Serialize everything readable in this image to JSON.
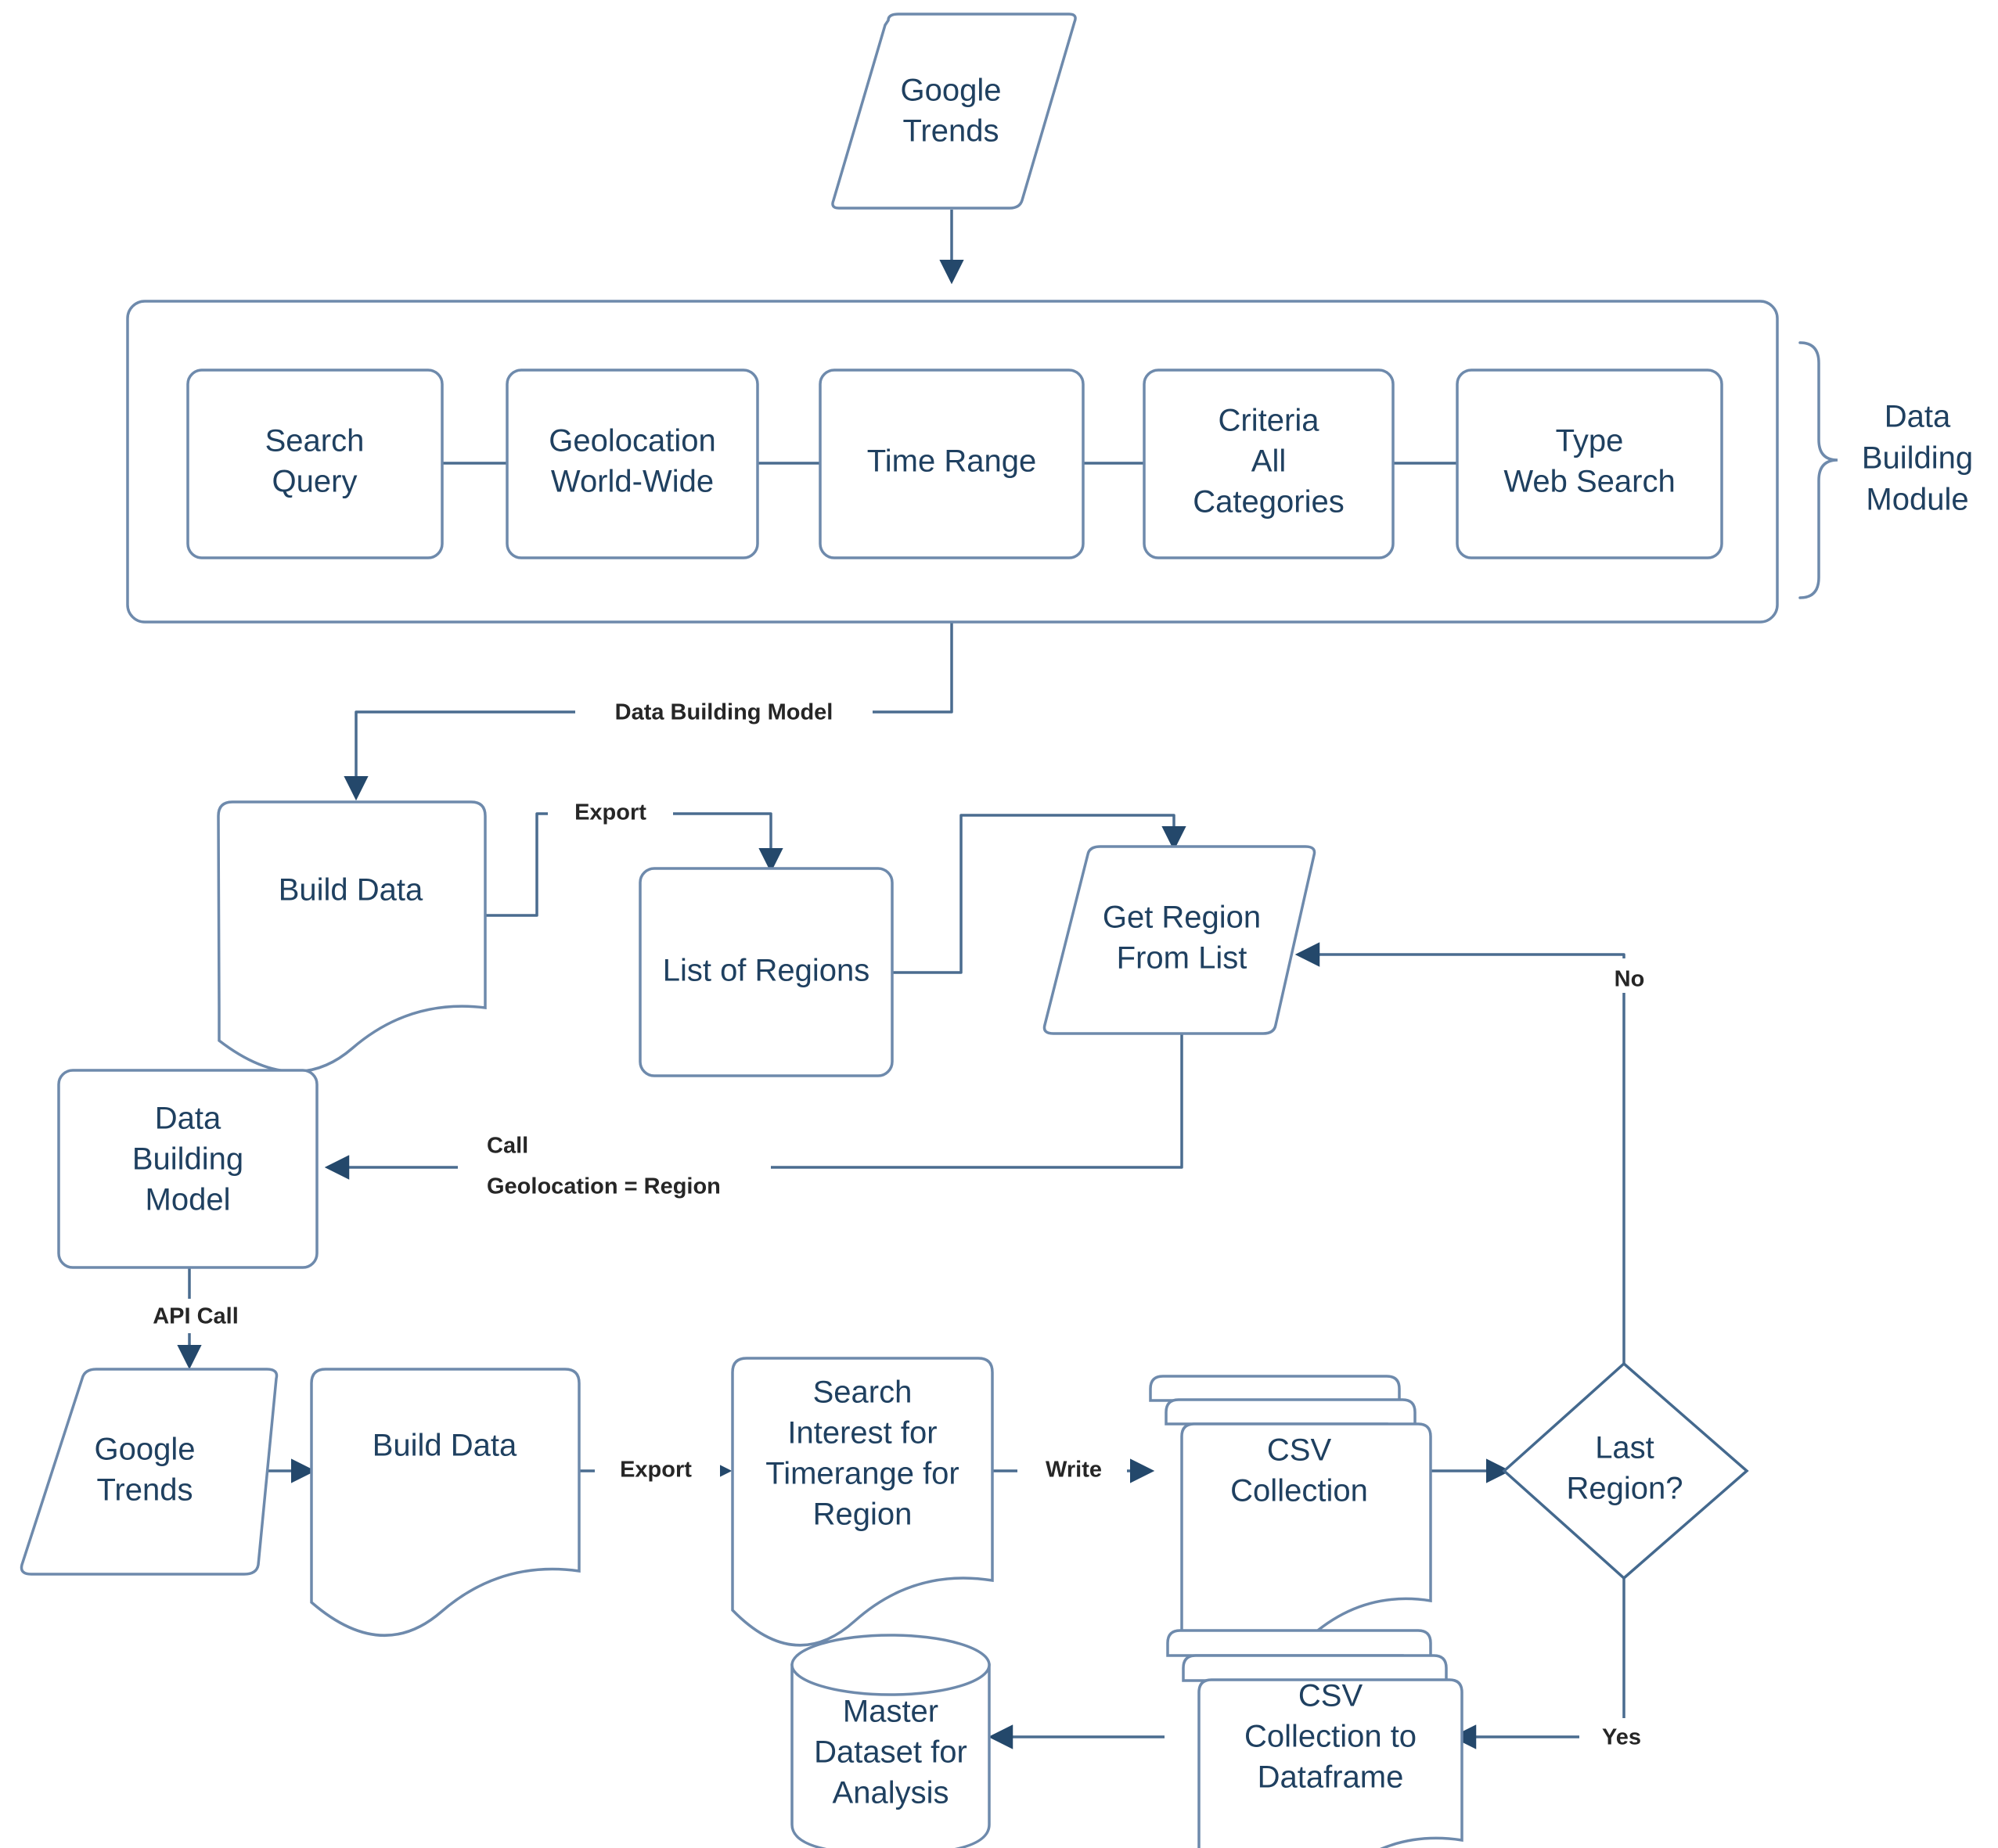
{
  "diagram": {
    "title": "Google Trends Data Collection Pipeline Flowchart",
    "colors": {
      "node_text": "#1F4060",
      "node_stroke": "#6E8AAC",
      "connector": "#4A6C8F",
      "arrowhead": "#24486B",
      "edge_label": "#262626",
      "background": "#FFFFFF"
    },
    "group_label": {
      "line1": "Data",
      "line2": "Building",
      "line3": "Module"
    },
    "nodes": {
      "google_trends_top": {
        "line1": "Google",
        "line2": "Trends",
        "shape": "parallelogram"
      },
      "search_query": {
        "line1": "Search",
        "line2": "Query",
        "shape": "rounded-rect"
      },
      "geolocation": {
        "line1": "Geolocation",
        "line2": "World-Wide",
        "shape": "rounded-rect"
      },
      "time_range": {
        "line1": "Time Range",
        "shape": "rounded-rect"
      },
      "criteria": {
        "line1": "Criteria",
        "line2": "All",
        "line3": "Categories",
        "shape": "rounded-rect"
      },
      "type_web_search": {
        "line1": "Type",
        "line2": "Web Search",
        "shape": "rounded-rect"
      },
      "build_data_1": {
        "line1": "Build Data",
        "shape": "document"
      },
      "list_of_regions": {
        "line1": "List of Regions",
        "shape": "rounded-rect"
      },
      "get_region_from_list": {
        "line1": "Get Region",
        "line2": "From List",
        "shape": "parallelogram"
      },
      "data_building_model": {
        "line1": "Data",
        "line2": "Building",
        "line3": "Model",
        "shape": "rounded-rect"
      },
      "google_trends_bottom": {
        "line1": "Google",
        "line2": "Trends",
        "shape": "parallelogram"
      },
      "build_data_2": {
        "line1": "Build Data",
        "shape": "document"
      },
      "search_interest": {
        "line1": "Search",
        "line2": "Interest for",
        "line3": "Timerange for",
        "line4": "Region",
        "shape": "document"
      },
      "csv_collection": {
        "line1": "CSV",
        "line2": "Collection",
        "shape": "multi-document"
      },
      "last_region": {
        "line1": "Last",
        "line2": "Region?",
        "shape": "diamond"
      },
      "csv_to_dataframe": {
        "line1": "CSV",
        "line2": "Collection to",
        "line3": "Dataframe",
        "shape": "multi-document"
      },
      "master_dataset": {
        "line1": "Master",
        "line2": "Dataset for",
        "line3": "Analysis",
        "shape": "cylinder"
      }
    },
    "edges": [
      {
        "id": "e1",
        "from": "google_trends_top",
        "to": "data_building_module",
        "label": ""
      },
      {
        "id": "e2",
        "from": "data_building_module",
        "to": "build_data_1",
        "label": "Data Building Model"
      },
      {
        "id": "e3",
        "from": "build_data_1",
        "to": "list_of_regions",
        "label": "Export"
      },
      {
        "id": "e4",
        "from": "list_of_regions",
        "to": "get_region_from_list",
        "label": ""
      },
      {
        "id": "e5",
        "from": "get_region_from_list",
        "to": "data_building_model",
        "label_line1": "Call",
        "label_line2": "Geolocation = Region"
      },
      {
        "id": "e6",
        "from": "data_building_model",
        "to": "google_trends_bottom",
        "label": "API Call"
      },
      {
        "id": "e7",
        "from": "google_trends_bottom",
        "to": "build_data_2",
        "label": ""
      },
      {
        "id": "e8",
        "from": "build_data_2",
        "to": "search_interest",
        "label": "Export"
      },
      {
        "id": "e9",
        "from": "search_interest",
        "to": "csv_collection",
        "label": "Write"
      },
      {
        "id": "e10",
        "from": "csv_collection",
        "to": "last_region",
        "label": ""
      },
      {
        "id": "e11",
        "from": "last_region",
        "to": "get_region_from_list",
        "label": "No"
      },
      {
        "id": "e12",
        "from": "last_region",
        "to": "csv_to_dataframe",
        "label": "Yes"
      },
      {
        "id": "e13",
        "from": "csv_to_dataframe",
        "to": "master_dataset",
        "label": ""
      }
    ],
    "edge_labels": {
      "data_building_model": "Data Building Model",
      "export_1": "Export",
      "call_line1": "Call",
      "call_line2": "Geolocation = Region",
      "api_call": "API Call",
      "export_2": "Export",
      "write": "Write",
      "no": "No",
      "yes": "Yes"
    }
  }
}
